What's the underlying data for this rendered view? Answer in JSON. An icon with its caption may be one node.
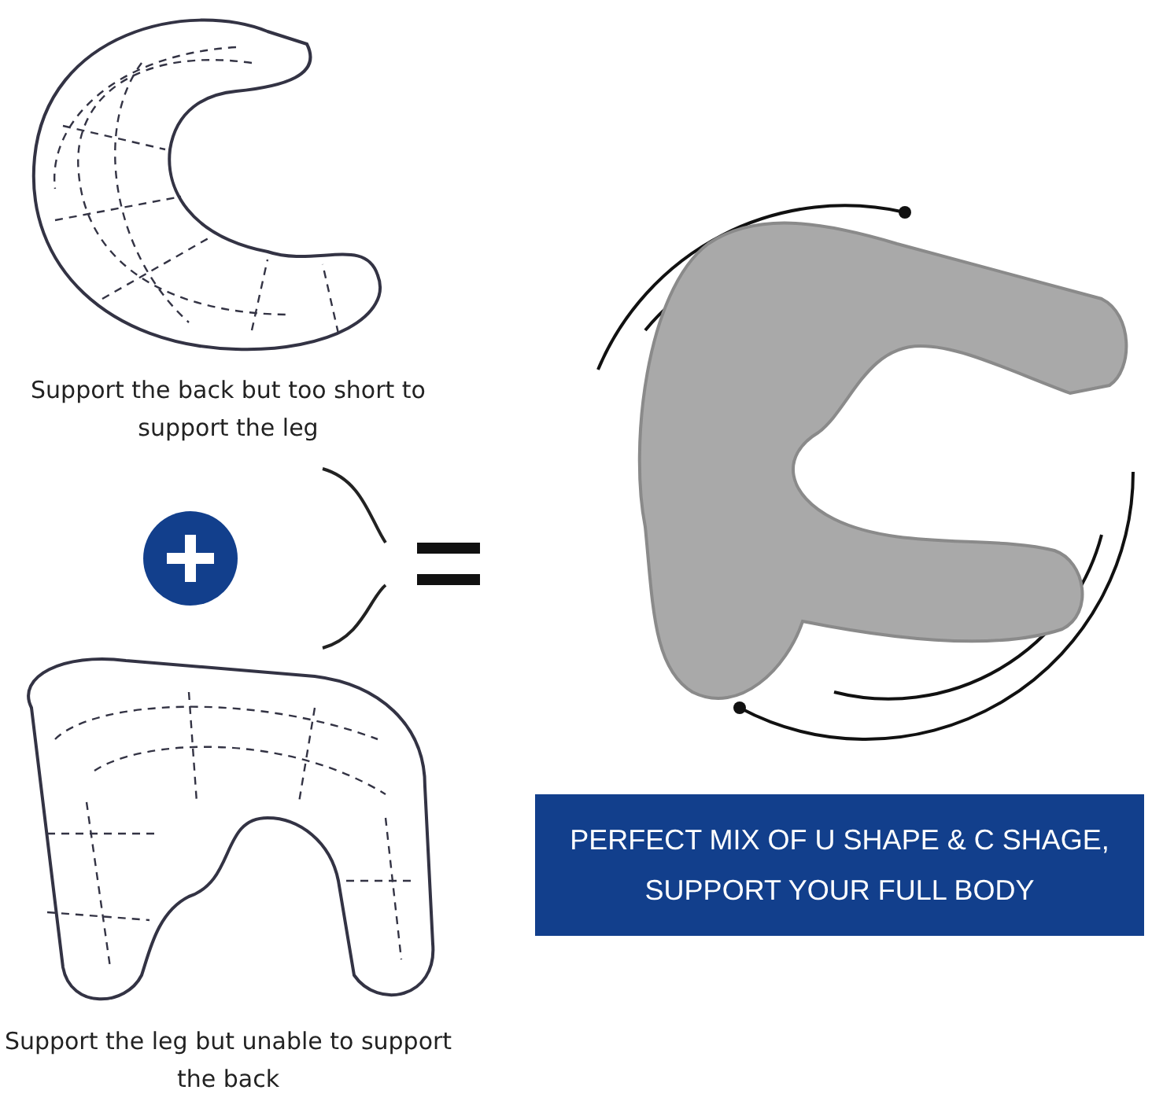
{
  "diagram": {
    "nodes": [
      {
        "text": [],
        "shape": "picture",
        "beside": [
          "Support the back but too short to support the leg"
        ]
      },
      {
        "text": [],
        "shape": "picture",
        "beside": [
          "Support the leg but unable to support the back"
        ]
      },
      {
        "text": [],
        "shape": "picture"
      },
      {
        "text": [
          "PERFECT MIX OF U SHAPE & C SHAGE, SUPPORT YOUR FULL BODY"
        ]
      }
    ]
  }
}
